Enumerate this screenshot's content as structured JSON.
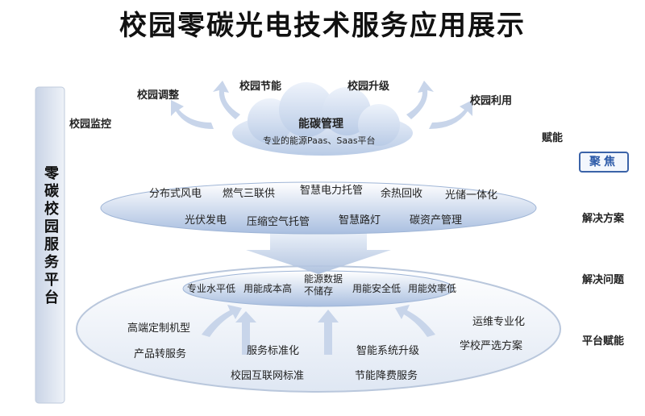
{
  "title": "校园零碳光电技术服务应用展示",
  "side_title": "零碳校园服务平台",
  "top_labels": {
    "monitor": "校园监控",
    "adjust": "校园调整",
    "save": "校园节能",
    "upgrade": "校园升级",
    "utilize": "校园利用"
  },
  "cloud": {
    "title": "能碳管理",
    "subtitle": "专业的能源Paas、Saas平台"
  },
  "right_labels": {
    "empower": "赋能",
    "focus": "聚焦",
    "solutions": "解决方案",
    "solve_problems": "解决问题",
    "platform_empower": "平台赋能"
  },
  "solutions": [
    "分布式风电",
    "燃气三联供",
    "智慧电力托管",
    "余热回收",
    "光储一体化",
    "光伏发电",
    "压缩空气托管",
    "智慧路灯",
    "碳资产管理"
  ],
  "problems": [
    "专业水平低",
    "用能成本高",
    "能源数据\n不储存",
    "用能安全低",
    "用能效率低"
  ],
  "platform": [
    "高端定制机型",
    "产品转服务",
    "服务标准化",
    "智能系统升级",
    "运维专业化",
    "学校严选方案",
    "校园互联网标准",
    "节能降费服务"
  ]
}
